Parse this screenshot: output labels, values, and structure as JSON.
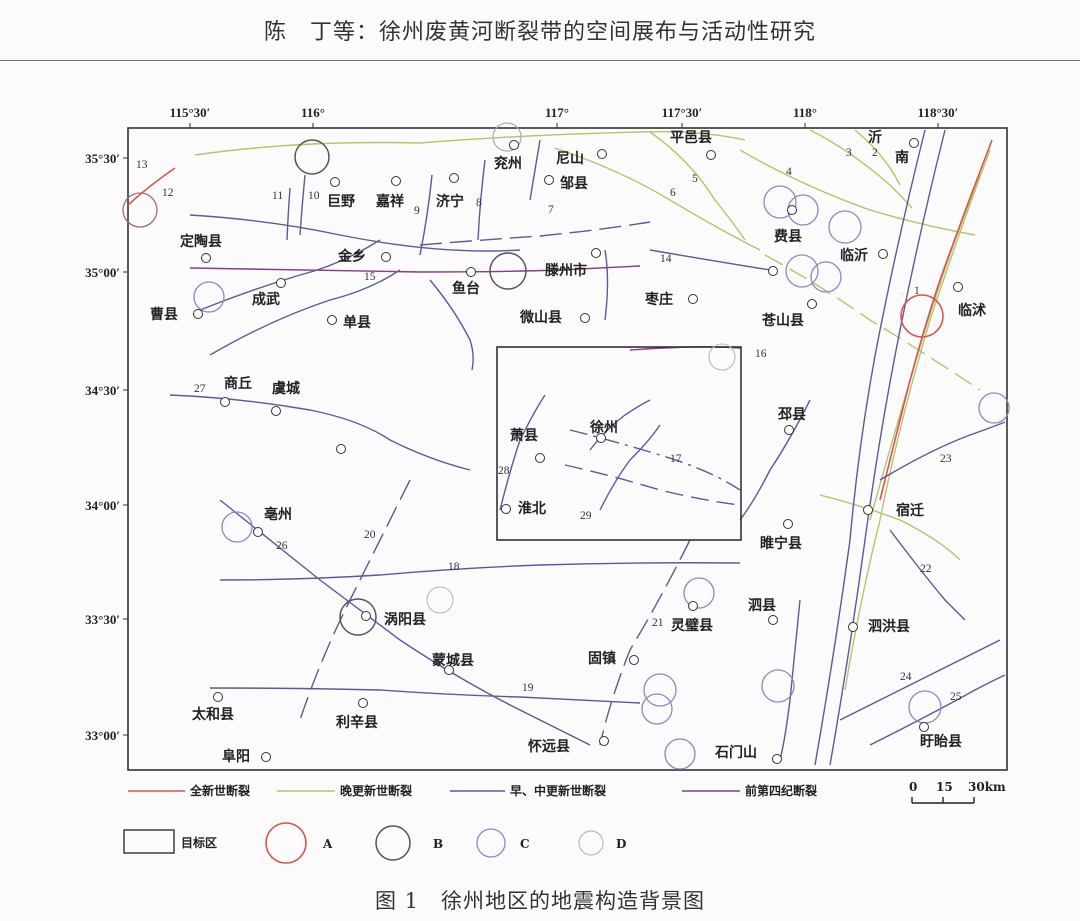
{
  "header": {
    "title": "陈　丁等：徐州废黄河断裂带的空间展布与活动性研究"
  },
  "caption": "图 1　徐州地区的地震构造背景图",
  "colors": {
    "holocene": "#d9534f",
    "late_pleistocene": "#b7c46a",
    "early_mid_pleistocene": "#5a5a9e",
    "pre_quaternary": "#8a3a8a",
    "frame": "#333333"
  },
  "axes": {
    "lon_ticks": [
      "115°30′",
      "116°",
      "117°",
      "117°30′",
      "118°",
      "118°30′"
    ],
    "lat_ticks": [
      "35°30′",
      "35°00′",
      "34°30′",
      "34°00′",
      "33°30′",
      "33°00′"
    ]
  },
  "places": [
    {
      "name": "平邑县"
    },
    {
      "name": "沂"
    },
    {
      "name": "南"
    },
    {
      "name": "兖州"
    },
    {
      "name": "尼山"
    },
    {
      "name": "邹县"
    },
    {
      "name": "巨野"
    },
    {
      "name": "嘉祥"
    },
    {
      "name": "济宁"
    },
    {
      "name": "费县"
    },
    {
      "name": "临沂"
    },
    {
      "name": "定陶县"
    },
    {
      "name": "金乡"
    },
    {
      "name": "滕州市"
    },
    {
      "name": "鱼台"
    },
    {
      "name": "成武"
    },
    {
      "name": "曹县"
    },
    {
      "name": "单县"
    },
    {
      "name": "微山县"
    },
    {
      "name": "枣庄"
    },
    {
      "name": "苍山县"
    },
    {
      "name": "临沭"
    },
    {
      "name": "商丘"
    },
    {
      "name": "虞城"
    },
    {
      "name": "萧县"
    },
    {
      "name": "徐州"
    },
    {
      "name": "邳县"
    },
    {
      "name": "淮北"
    },
    {
      "name": "宿迁"
    },
    {
      "name": "亳州"
    },
    {
      "name": "睢宁县"
    },
    {
      "name": "泗县"
    },
    {
      "name": "涡阳县"
    },
    {
      "name": "灵璧县"
    },
    {
      "name": "泗洪县"
    },
    {
      "name": "蒙城县"
    },
    {
      "name": "固镇"
    },
    {
      "name": "太和县"
    },
    {
      "name": "利辛县"
    },
    {
      "name": "怀远县"
    },
    {
      "name": "石门山"
    },
    {
      "name": "盱眙县"
    },
    {
      "name": "阜阳"
    }
  ],
  "fault_numbers": [
    "1",
    "2",
    "3",
    "4",
    "5",
    "6",
    "7",
    "8",
    "9",
    "10",
    "11",
    "12",
    "13",
    "14",
    "15",
    "16",
    "17",
    "18",
    "19",
    "20",
    "21",
    "22",
    "23",
    "24",
    "25",
    "26",
    "27",
    "28",
    "29"
  ],
  "legend": {
    "lines": [
      "全新世断裂",
      "晚更新世断裂",
      "早、中更新世断裂",
      "前第四纪断裂"
    ],
    "target_area": "目标区",
    "circles": [
      "A",
      "B",
      "C",
      "D"
    ],
    "scale_labels": [
      "0",
      "15",
      "30km"
    ]
  }
}
